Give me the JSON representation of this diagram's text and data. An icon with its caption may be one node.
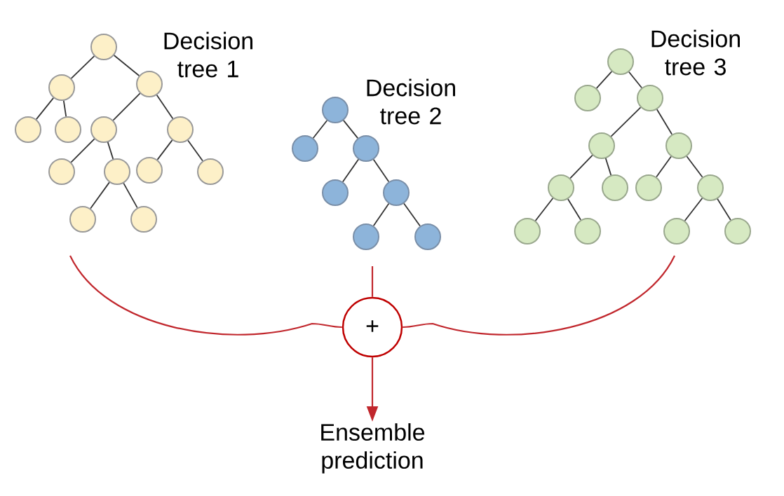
{
  "diagram": {
    "nodes": [
      {
        "text": [],
        "shape": "circle"
      },
      {
        "text": [],
        "shape": "circle"
      },
      {
        "text": [],
        "shape": "circle"
      },
      {
        "text": [],
        "shape": "circle"
      },
      {
        "text": [],
        "shape": "circle"
      },
      {
        "text": [],
        "shape": "circle"
      },
      {
        "text": [],
        "shape": "circle"
      },
      {
        "text": [],
        "shape": "circle"
      },
      {
        "text": [],
        "shape": "circle"
      },
      {
        "text": [],
        "shape": "circle"
      },
      {
        "text": [],
        "shape": "circle"
      },
      {
        "text": [],
        "shape": "circle"
      },
      {
        "text": [],
        "shape": "circle"
      },
      {
        "text": [],
        "shape": "circle"
      },
      {
        "text": [],
        "shape": "circle"
      },
      {
        "text": [],
        "shape": "circle"
      },
      {
        "text": [],
        "shape": "circle"
      },
      {
        "text": [],
        "shape": "circle"
      },
      {
        "text": [],
        "shape": "circle"
      },
      {
        "text": [],
        "shape": "circle"
      },
      {
        "text": [],
        "shape": "circle"
      },
      {
        "text": [],
        "shape": "circle"
      },
      {
        "text": [],
        "shape": "circle"
      },
      {
        "text": [],
        "shape": "circle"
      },
      {
        "text": [],
        "shape": "circle"
      },
      {
        "text": [],
        "shape": "circle"
      },
      {
        "text": [],
        "shape": "circle"
      },
      {
        "text": [],
        "shape": "circle"
      },
      {
        "text": [],
        "shape": "circle"
      },
      {
        "text": [],
        "shape": "circle"
      },
      {
        "text": [],
        "shape": "circle"
      },
      {
        "text": [],
        "shape": "circle"
      },
      {
        "text": [],
        "shape": "circle"
      },
      {
        "text": [
          "+"
        ]
      },
      {
        "text": [
          "Ensemble prediction"
        ]
      }
    ],
    "edges": [
      {
        "from": 0,
        "to": 1,
        "arrow": "none"
      },
      {
        "from": 0,
        "to": 2,
        "arrow": "none"
      },
      {
        "from": 1,
        "to": 3,
        "arrow": "none"
      },
      {
        "from": 1,
        "to": 4,
        "arrow": "none"
      },
      {
        "from": 2,
        "to": 5,
        "arrow": "none"
      },
      {
        "from": 2,
        "to": 6,
        "arrow": "none"
      },
      {
        "from": 5,
        "to": 7,
        "arrow": "none"
      },
      {
        "from": 5,
        "to": 8,
        "arrow": "none"
      },
      {
        "from": 6,
        "to": 9,
        "arrow": "none"
      },
      {
        "from": 6,
        "to": 10,
        "arrow": "none"
      },
      {
        "from": 8,
        "to": 11,
        "arrow": "none"
      },
      {
        "from": 8,
        "to": 12,
        "arrow": "none"
      },
      {
        "from": 13,
        "to": 14,
        "arrow": "none"
      },
      {
        "from": 13,
        "to": 15,
        "arrow": "none"
      },
      {
        "from": 15,
        "to": 16,
        "arrow": "none"
      },
      {
        "from": 15,
        "to": 17,
        "arrow": "none"
      },
      {
        "from": 17,
        "to": 18,
        "arrow": "none"
      },
      {
        "from": 17,
        "to": 19,
        "arrow": "none"
      },
      {
        "from": 20,
        "to": 21,
        "arrow": "none"
      },
      {
        "from": 20,
        "to": 22,
        "arrow": "none"
      },
      {
        "from": 22,
        "to": 23,
        "arrow": "none"
      },
      {
        "from": 22,
        "to": 24,
        "arrow": "none"
      },
      {
        "from": 23,
        "to": 25,
        "arrow": "none"
      },
      {
        "from": 23,
        "to": 26,
        "arrow": "none"
      },
      {
        "from": 24,
        "to": 27,
        "arrow": "none"
      },
      {
        "from": 24,
        "to": 28,
        "arrow": "none"
      },
      {
        "from": 25,
        "to": 29,
        "arrow": "none"
      },
      {
        "from": 25,
        "to": 30,
        "arrow": "none"
      },
      {
        "from": 28,
        "to": 31,
        "arrow": "none"
      },
      {
        "from": 28,
        "to": 32,
        "arrow": "none"
      },
      {
        "from": null,
        "to": 33,
        "arrow": "none",
        "color": "#c1272d"
      },
      {
        "from": null,
        "to": 33,
        "arrow": "none",
        "color": "#c1272d"
      },
      {
        "from": null,
        "to": 33,
        "arrow": "none",
        "color": "#c1272d"
      },
      {
        "from": 33,
        "to": 34,
        "arrow": "to",
        "color": "#c1272d"
      }
    ],
    "labels": [
      "Decision tree 1",
      "Decision tree 2",
      "Decision tree 3"
    ]
  }
}
